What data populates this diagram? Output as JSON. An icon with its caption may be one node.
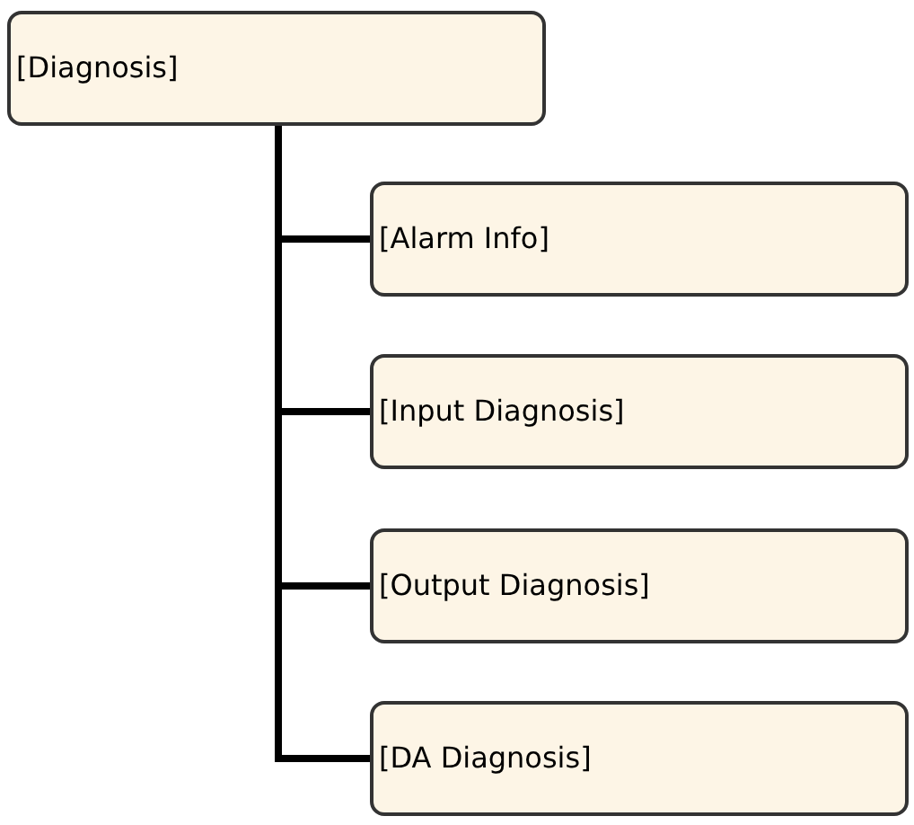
{
  "diagram": {
    "nodes": [
      {
        "text": [
          "[Diagnosis]"
        ]
      },
      {
        "text": [
          "[Alarm Info]"
        ]
      },
      {
        "text": [
          "[Input Diagnosis]"
        ]
      },
      {
        "text": [
          "[Output Diagnosis]"
        ]
      },
      {
        "text": [
          "[DA Diagnosis]"
        ]
      }
    ],
    "edges": [
      {
        "from": 0,
        "to": 1,
        "arrow": "none"
      },
      {
        "from": 0,
        "to": 2,
        "arrow": "none"
      },
      {
        "from": 0,
        "to": 3,
        "arrow": "none"
      },
      {
        "from": 0,
        "to": 4,
        "arrow": "none"
      }
    ]
  }
}
